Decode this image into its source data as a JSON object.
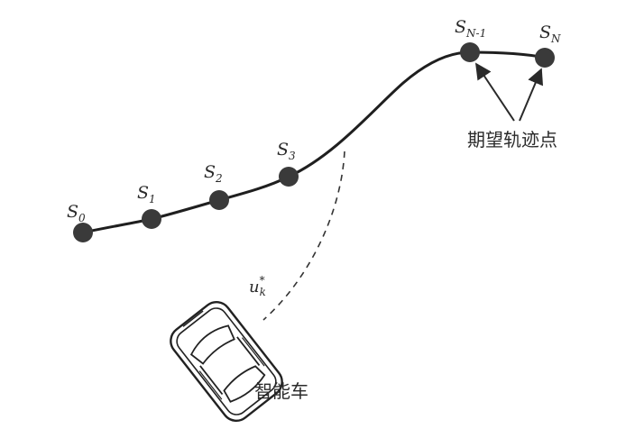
{
  "points": [
    {
      "main": "S",
      "sub": "0"
    },
    {
      "main": "S",
      "sub": "1"
    },
    {
      "main": "S",
      "sub": "2"
    },
    {
      "main": "S",
      "sub": "3"
    },
    {
      "main": "S",
      "sub": "N-1"
    },
    {
      "main": "S",
      "sub": "N"
    }
  ],
  "annotation": {
    "label": "期望轨迹点"
  },
  "control": {
    "main": "u",
    "sub": "k",
    "sup": "*"
  },
  "vehicle": {
    "label": "智能车"
  }
}
